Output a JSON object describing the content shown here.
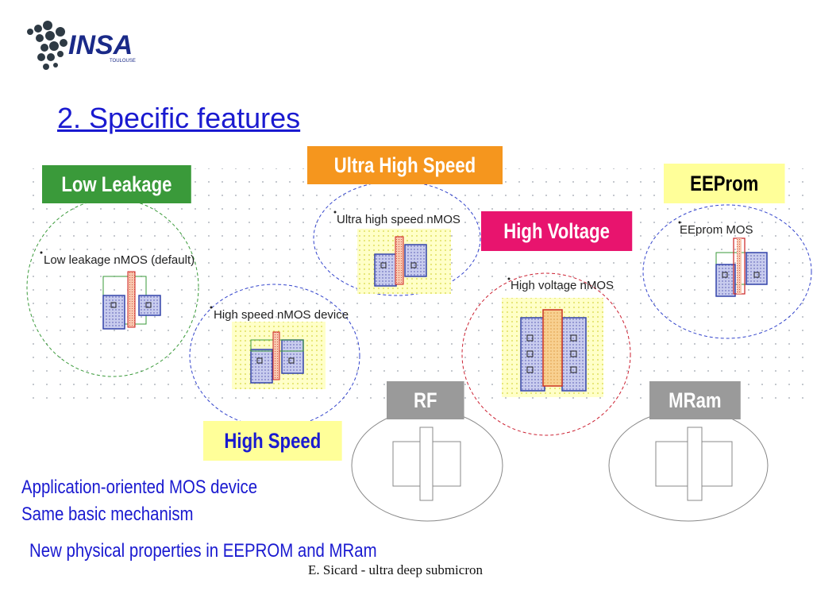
{
  "logo": {
    "text": "INSA",
    "subtext": "TOULOUSE",
    "dot_color": "#2e3a44",
    "text_color": "#1a2a88"
  },
  "title": "2. Specific features",
  "tags": {
    "low_leakage": "Low Leakage",
    "ultra_high_speed": "Ultra High Speed",
    "eeprom": "EEProm",
    "high_voltage": "High Voltage",
    "rf": "RF",
    "mram": "MRam",
    "high_speed": "High Speed"
  },
  "devices": {
    "low_leakage": "Low leakage nMOS (default)",
    "ultra_high_speed": "Ultra high speed nMOS",
    "high_speed": "High speed nMOS device",
    "high_voltage": "High voltage nMOS",
    "eeprom": "EEprom MOS"
  },
  "bullets": {
    "line1": "Application-oriented MOS device",
    "line2": "Same basic mechanism",
    "line3": "New physical properties in EEPROM and MRam"
  },
  "footer": "E. Sicard - ultra deep submicron",
  "colors": {
    "green": "#3a9a3a",
    "orange": "#f5961e",
    "pink": "#e8146e",
    "yellow": "#ffff99",
    "gray": "#9a9a9a",
    "blue_text": "#1a1ad0"
  }
}
